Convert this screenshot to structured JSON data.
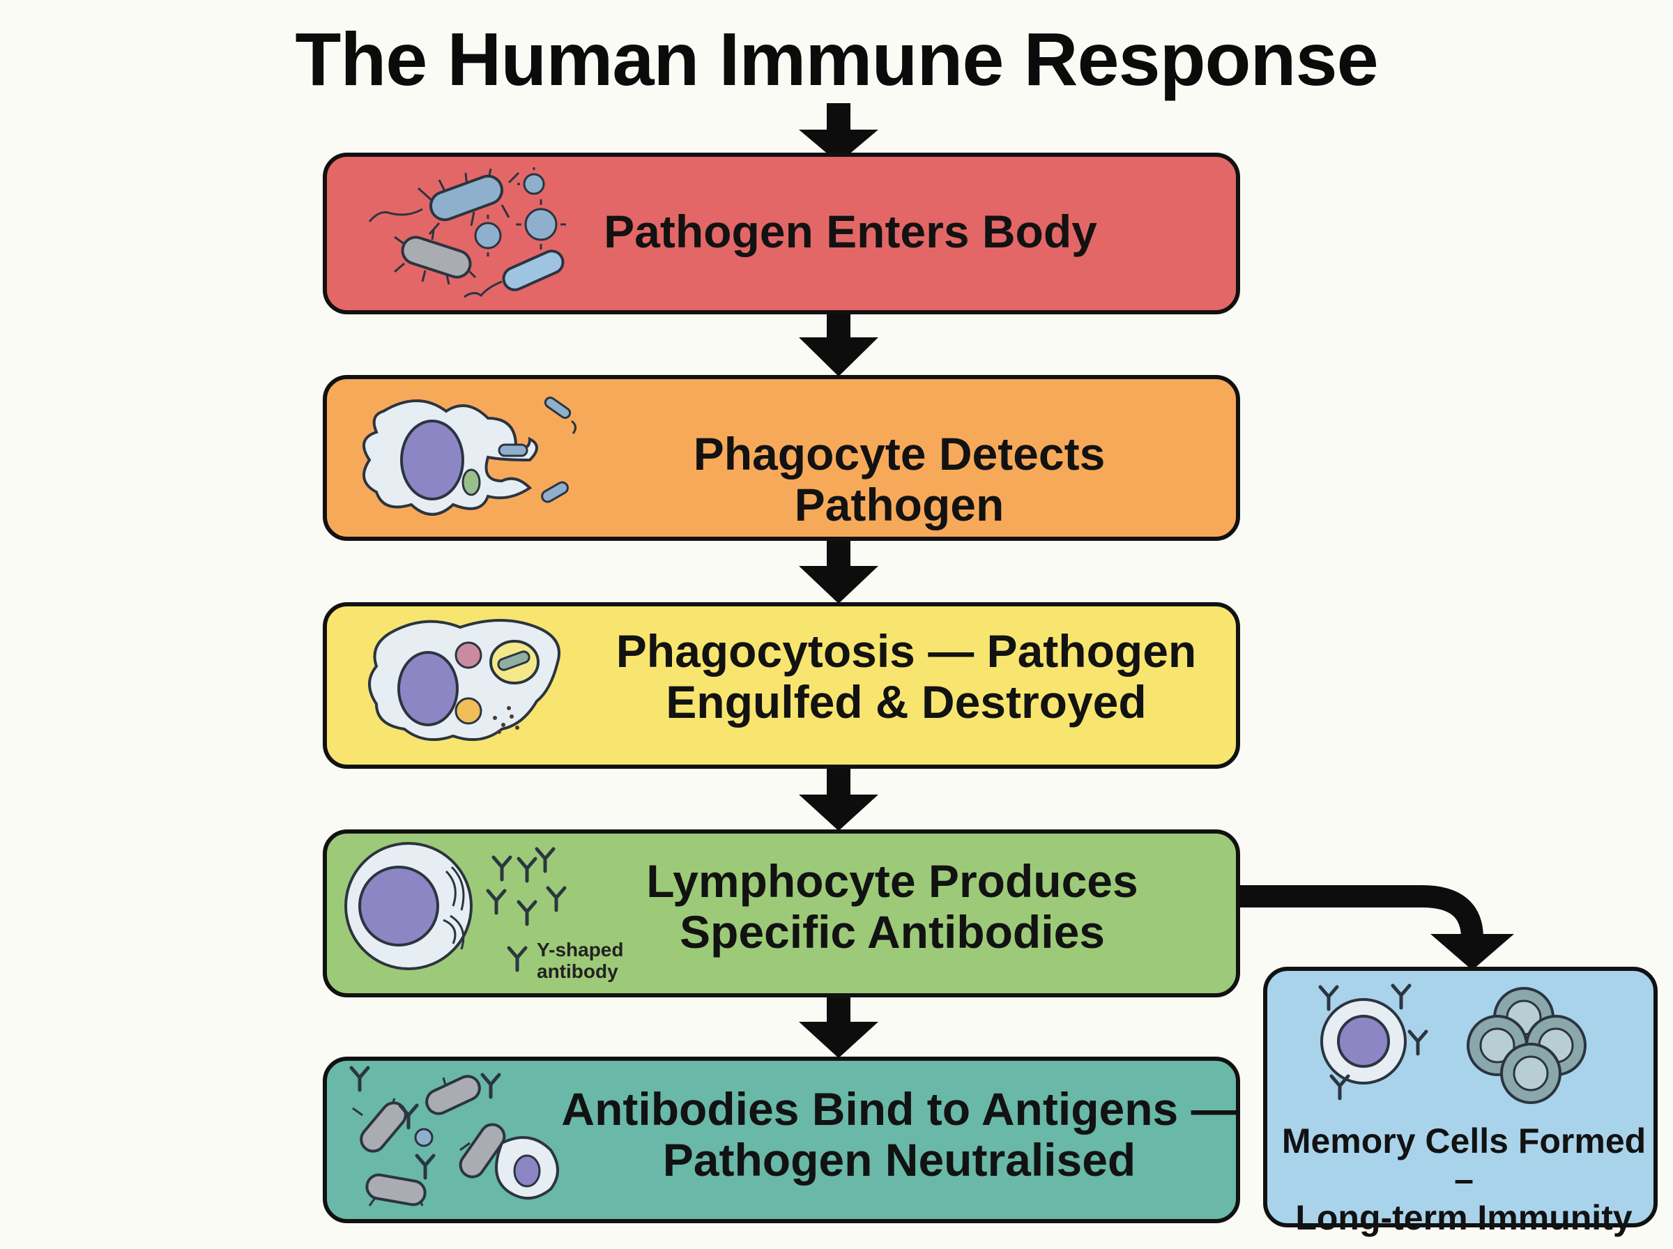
{
  "title": "The Human Immune Response",
  "steps": [
    {
      "lines": [
        "Pathogen Enters Body"
      ]
    },
    {
      "lines": [
        "Phagocyte Detects Pathogen"
      ]
    },
    {
      "lines": [
        "Phagocytosis — Pathogen",
        "Engulfed & Destroyed"
      ]
    },
    {
      "lines": [
        "Lymphocyte Produces",
        "Specific Antibodies"
      ]
    },
    {
      "lines": [
        "Antibodies Bind to Antigens —",
        "Pathogen Neutralised"
      ]
    }
  ],
  "memory": {
    "lines": [
      "Memory Cells Formed –",
      "Long-term Immunity"
    ]
  },
  "antibody_caption": [
    "Y-shaped",
    "antibody"
  ],
  "colors": {
    "step1": "#e46767",
    "step2": "#f7a95a",
    "step3": "#f7e570",
    "step4": "#9dca78",
    "step5": "#69b8a8",
    "memory": "#a9d3ea",
    "outline": "#111111",
    "arrow": "#0d0d0d"
  },
  "icons": [
    "bacteria-icon",
    "phagocyte-icon",
    "phagocytosis-icon",
    "lymphocyte-icon",
    "antibody-binding-icon",
    "memory-cells-icon"
  ]
}
